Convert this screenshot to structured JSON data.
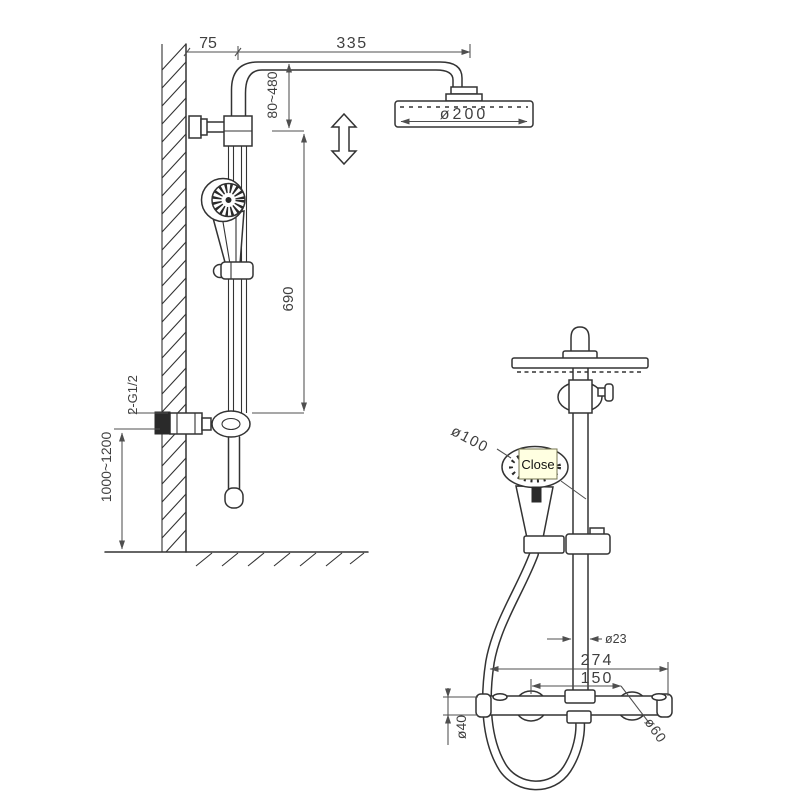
{
  "drawing_type": "shower-column-technical-drawing",
  "views": {
    "side_view": {
      "wall_offset": "75",
      "arm_length": "335",
      "head_height_range": "80~480",
      "head_diameter": "ø200",
      "slide_bar_length": "690",
      "connection_thread": "2-G1/2",
      "install_height": "1000~1200"
    },
    "front_view": {
      "hand_shower_diameter": "ø100",
      "pipe_diameter": "ø23",
      "valve_length": "274",
      "connection_centers": "150",
      "valve_body_diameter": "ø40",
      "escutcheon_diameter": "ø60"
    }
  },
  "tooltip": {
    "text": "Close"
  },
  "colors": {
    "line": "#333333",
    "dimension": "#4f4f4f",
    "tooltip_bg": "#ffffe1",
    "tooltip_border": "#767651"
  }
}
